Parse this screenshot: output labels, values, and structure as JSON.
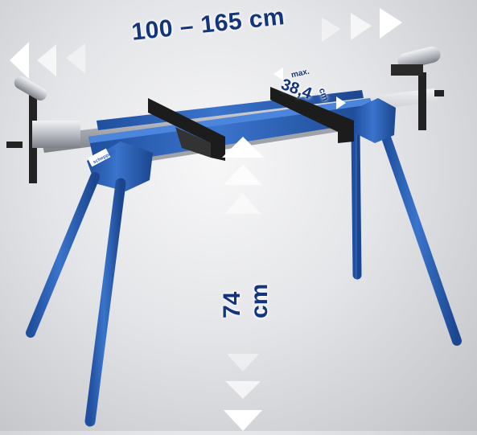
{
  "dimensions": {
    "width_range": "100 – 165 cm",
    "height": "74 cm",
    "depth_prefix": "max.",
    "depth_value": "38,4",
    "depth_unit": "cm"
  },
  "brand_mark": "scheppach",
  "colors": {
    "frame_blue": "#2d63b8",
    "dimension_text": "#12357e",
    "arrow_white": "#ffffff",
    "bracket_black": "#1c1c1c",
    "rail_silver": "#c9ccd1"
  }
}
